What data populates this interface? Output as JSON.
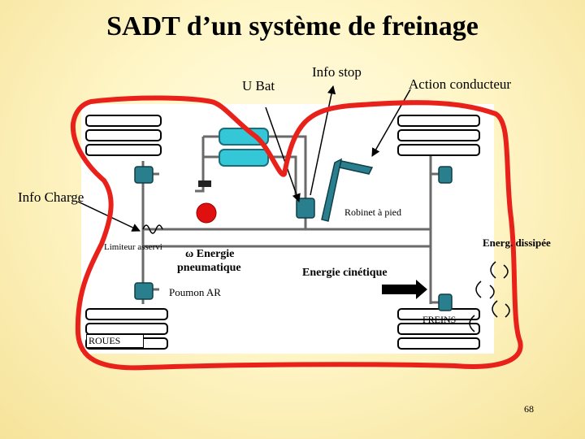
{
  "title": "SADT d’un système de freinage",
  "labels": {
    "u_bat": "U Bat",
    "info_stop": "Info stop",
    "action_conducteur": "Action conducteur",
    "info_charge": "Info Charge",
    "robinet": "Robinet à pied",
    "limiteur": "Limiteur asservi",
    "energie_pneu_1": "ω Energie",
    "energie_pneu_2": "pneumatique",
    "energ_dissipee": "Energ. dissipée",
    "energie_cinetique": "Energie cinétique",
    "poumon": "Poumon AR",
    "freins": "FREINS",
    "roues": "ROUES"
  },
  "page_number": "68",
  "colors": {
    "background": "#fff6c8",
    "highlight": "#e8221a",
    "tank": "#33c7d8",
    "valve": "#2a7f8e",
    "red_component": "#e01010"
  }
}
